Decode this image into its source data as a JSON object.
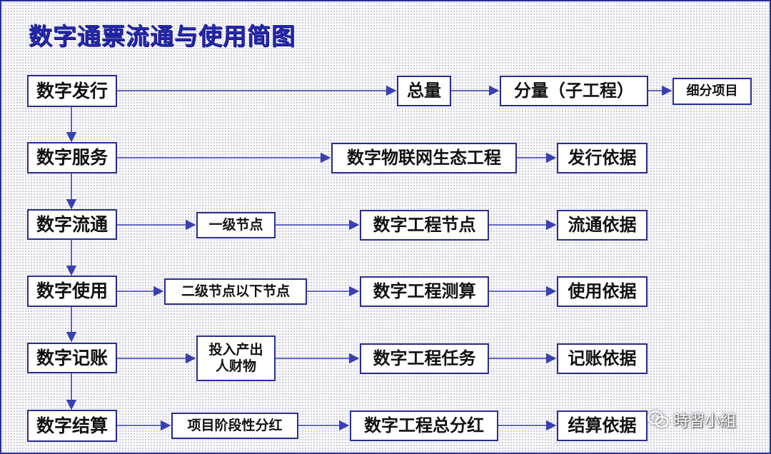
{
  "title": "数字通票流通与使用简图",
  "column1": [
    "数字发行",
    "数字服务",
    "数字流通",
    "数字使用",
    "数字记账",
    "数字结算"
  ],
  "row1": {
    "total": "总量",
    "sub": "分量（子工程）",
    "detail": "细分项目"
  },
  "row2": {
    "ecosystem": "数字物联网生态工程",
    "basis": "发行依据"
  },
  "row3": {
    "node": "一级节点",
    "engineering": "数字工程节点",
    "basis": "流通依据"
  },
  "row4": {
    "node": "二级节点以下节点",
    "engineering": "数字工程测算",
    "basis": "使用依据"
  },
  "row5": {
    "node_line1": "投入产出",
    "node_line2": "人财物",
    "engineering": "数字工程任务",
    "basis": "记账依据"
  },
  "row6": {
    "node": "项目阶段性分红",
    "engineering": "数字工程总分红",
    "basis": "结算依据"
  },
  "watermark": {
    "text": "時習小組",
    "icon": "wechat-logo-icon"
  },
  "colors": {
    "accent": "#2427a8",
    "border": "#2a2d8c",
    "arrow": "#3a3fb0"
  }
}
